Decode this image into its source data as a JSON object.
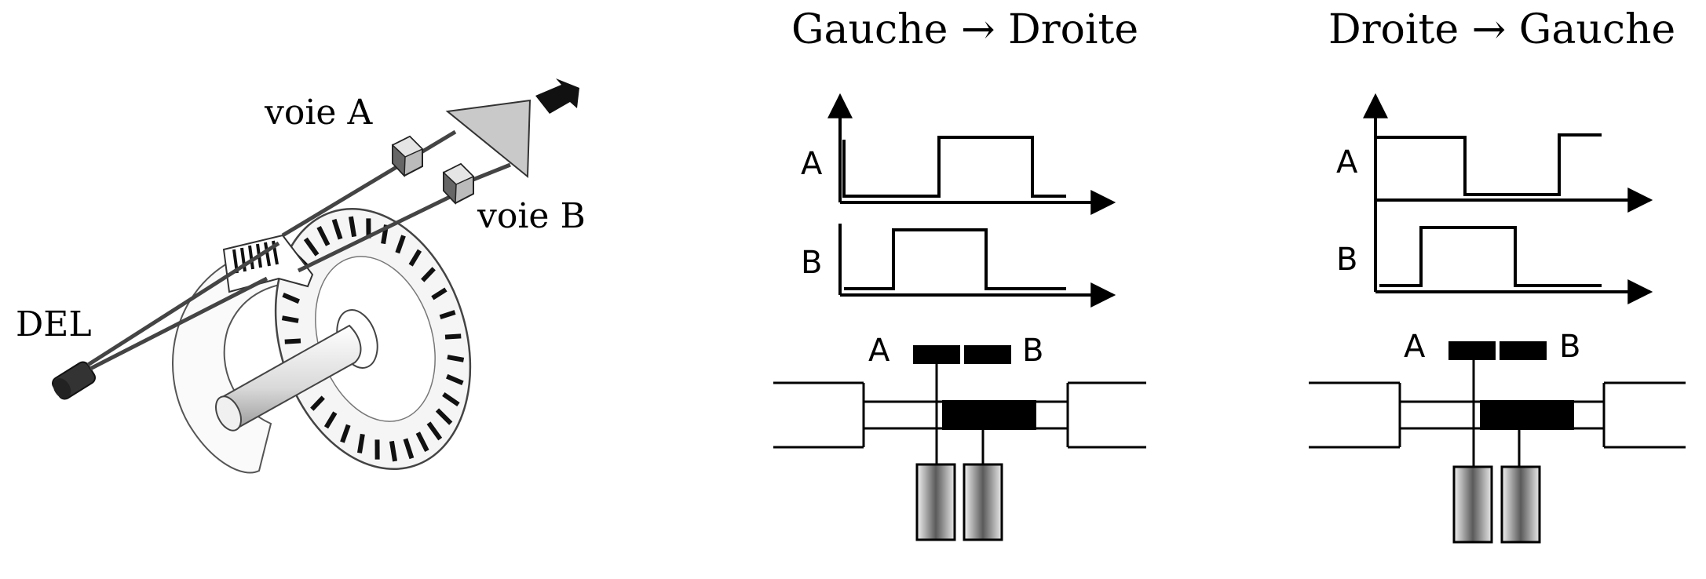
{
  "encoder": {
    "label_led": "DEL",
    "label_track_a": "voie A",
    "label_track_b": "voie B"
  },
  "panels": [
    {
      "title": "Gauche → Droite",
      "signal_a_label": "A",
      "signal_b_label": "B",
      "sensor_a_label": "A",
      "sensor_b_label": "B"
    },
    {
      "title": "Droite → Gauche",
      "signal_a_label": "A",
      "signal_b_label": "B",
      "sensor_a_label": "A",
      "sensor_b_label": "B"
    }
  ]
}
